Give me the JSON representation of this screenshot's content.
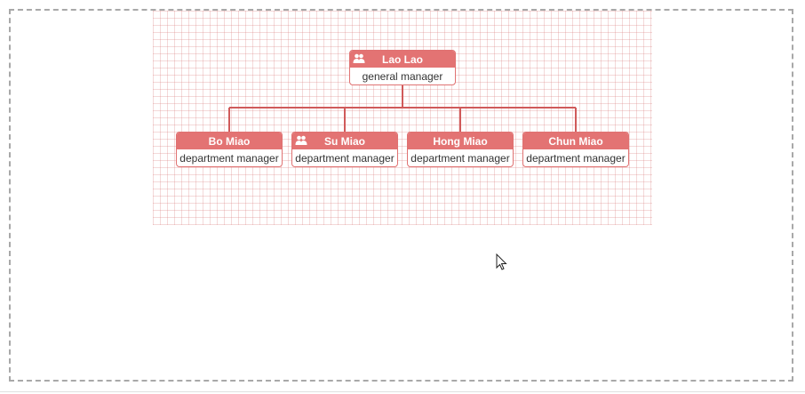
{
  "orgchart": {
    "root": {
      "name": "Lao Lao",
      "title": "general manager",
      "icon": "group-icon"
    },
    "children": [
      {
        "name": "Bo Miao",
        "title": "department manager",
        "icon": null
      },
      {
        "name": "Su Miao",
        "title": "department manager",
        "icon": "group-icon"
      },
      {
        "name": "Hong Miao",
        "title": "department manager",
        "icon": null
      },
      {
        "name": "Chun Miao",
        "title": "department manager",
        "icon": null
      }
    ]
  },
  "colors": {
    "node_header": "#e37373",
    "node_border": "#e07272",
    "connector": "#d05a5a",
    "frame_border": "#a8a8a8"
  }
}
